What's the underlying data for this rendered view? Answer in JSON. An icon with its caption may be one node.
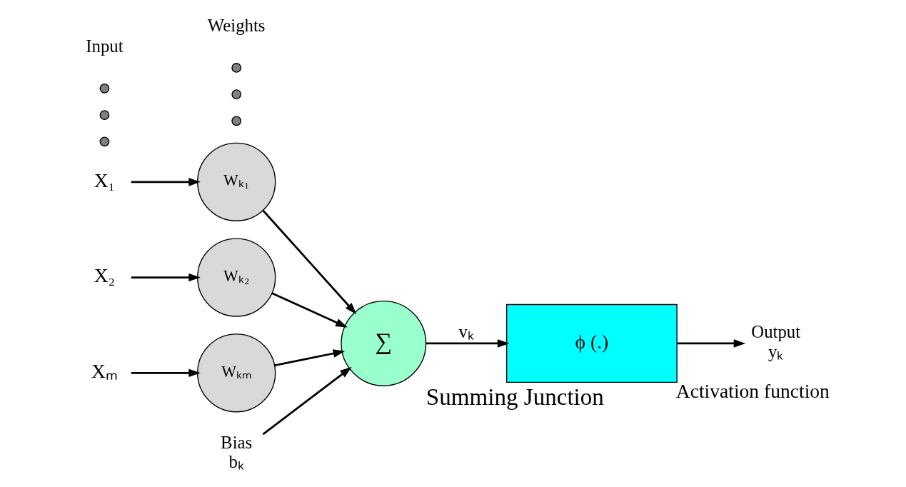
{
  "diagram": {
    "nodes": [
      {
        "text": [
          "X₁"
        ]
      },
      {
        "text": [
          "X₂"
        ]
      },
      {
        "text": [],
        "shape": "circle"
      },
      {
        "text": [],
        "shape": "circle"
      },
      {
        "text": [],
        "shape": "circle"
      },
      {
        "text": [
          "Xₘ"
        ]
      },
      {
        "text": [
          "Wₖ₁"
        ]
      },
      {
        "text": [
          "Wₖ₂"
        ]
      },
      {
        "text": [],
        "shape": "circle"
      },
      {
        "text": [],
        "shape": "circle"
      },
      {
        "text": [],
        "shape": "circle"
      },
      {
        "text": [
          "Wₖₘ"
        ]
      },
      {
        "text": [
          "Bias",
          "bₖ"
        ]
      },
      {
        "text": [
          "∑"
        ],
        "beside": [
          "Summing Junction"
        ]
      },
      {
        "text": [
          "ϕ (.)"
        ],
        "beside": [
          "Activation function"
        ]
      },
      {
        "text": [
          "Output",
          "yₖ"
        ]
      }
    ],
    "edges": [
      {
        "from": 0,
        "to": 6,
        "arrow": "to"
      },
      {
        "from": 1,
        "to": 7,
        "arrow": "to"
      },
      {
        "from": 5,
        "to": 11,
        "arrow": "to"
      },
      {
        "from": 6,
        "to": 13,
        "arrow": "to"
      },
      {
        "from": 7,
        "to": 13,
        "arrow": "to"
      },
      {
        "from": 11,
        "to": 13,
        "arrow": "to"
      },
      {
        "from": 12,
        "to": 13,
        "arrow": "to"
      },
      {
        "from": 13,
        "to": 14,
        "label": "vₖ",
        "arrow": "to"
      },
      {
        "from": 14,
        "to": 15,
        "arrow": "to"
      }
    ],
    "labels": [
      "Input",
      "Weights"
    ]
  }
}
